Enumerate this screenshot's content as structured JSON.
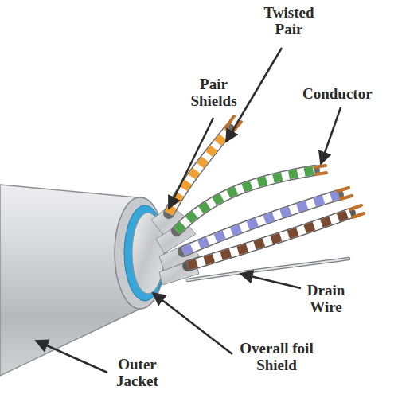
{
  "diagram": {
    "labels": [
      "Twisted Pair",
      "Pair Shields",
      "Conductor",
      "Drain Wire",
      "Overall foil Shield",
      "Outer Jacket"
    ]
  }
}
